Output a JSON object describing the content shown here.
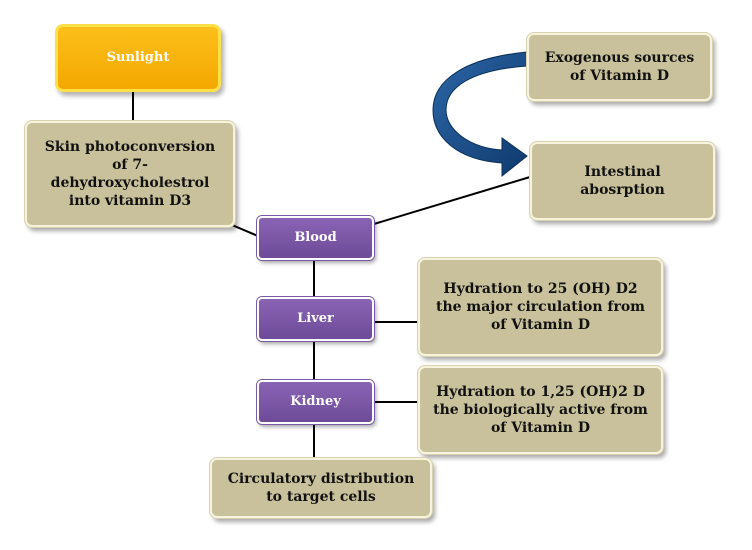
{
  "nodes": {
    "sunlight": "Sunlight",
    "skin": "Skin photoconversion of 7-dehydroxycholestrol into vitamin D3",
    "exogenous": "Exogenous sources of Vitamin D",
    "intestinal": "Intestinal abosrption",
    "blood": "Blood",
    "liver": "Liver",
    "kidney": "Kidney",
    "hydration25": "Hydration to 25 (OH) D2 the major circulation from of Vitamin D",
    "hydration125": "Hydration to 1,25 (OH)2 D the biologically active from of Vitamin D",
    "circulatory": "Circulatory distribution to target cells"
  },
  "colors": {
    "sunlight": "#f5ae00",
    "process_box": "#c9c19c",
    "organ_box": "#7a56a6",
    "arrow": "#1d4f8a",
    "connector": "#000000"
  }
}
